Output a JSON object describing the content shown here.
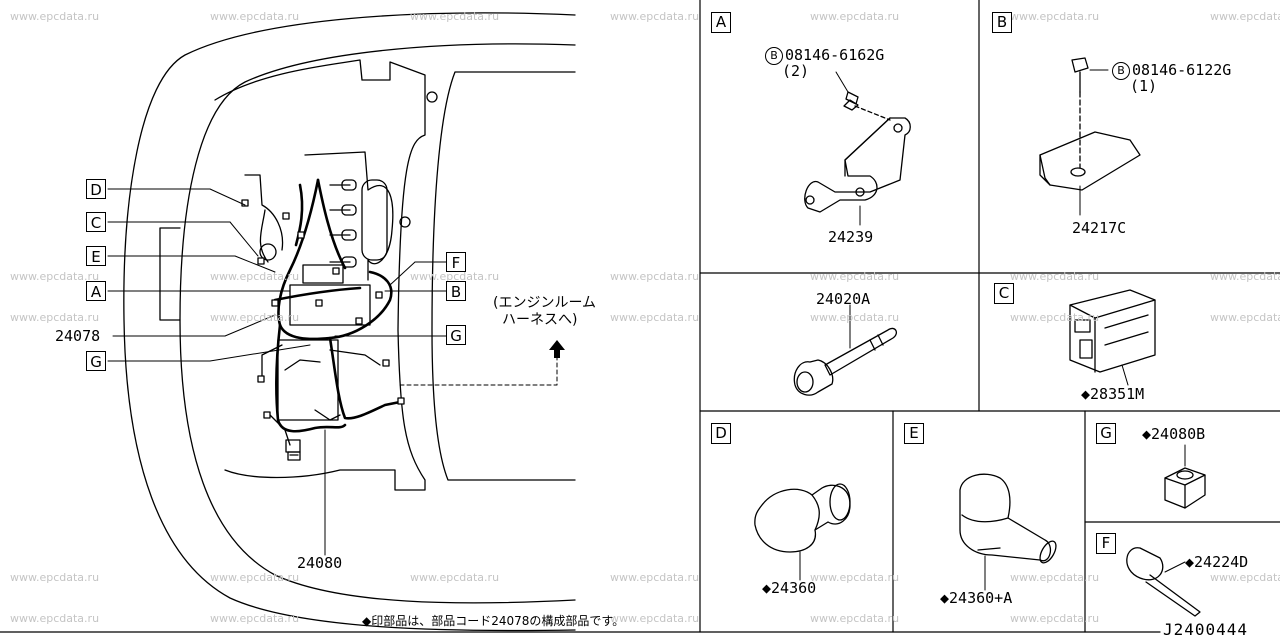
{
  "watermark": "www.epcdata.ru",
  "main": {
    "callouts": {
      "D": "D",
      "C": "C",
      "E": "E",
      "A": "A",
      "G": "G",
      "F": "F",
      "B": "B",
      "G2": "G"
    },
    "part_24078": "24078",
    "part_24080": "24080",
    "engine_room_line1": "(エンジンルーム",
    "engine_room_line2": "ハーネスへ)"
  },
  "panels": {
    "A": {
      "letter": "A",
      "bolt_code": "08146-6162G",
      "bolt_qty": "(2)",
      "part": "24239"
    },
    "B": {
      "letter": "B",
      "bolt_code": "08146-6122G",
      "bolt_qty": "(1)",
      "part": "24217C"
    },
    "center": {
      "part": "24020A"
    },
    "C": {
      "letter": "C",
      "part": "◆28351M"
    },
    "D": {
      "letter": "D",
      "part": "◆24360"
    },
    "E": {
      "letter": "E",
      "part": "◆24360+A"
    },
    "G": {
      "letter": "G",
      "part": "◆24080B"
    },
    "F": {
      "letter": "F",
      "part": "◆24224D"
    }
  },
  "bolt_marker": "B",
  "footnote": "◆印部品は、部品コード24078の構成部品です。",
  "diagram_code": "J2400444"
}
